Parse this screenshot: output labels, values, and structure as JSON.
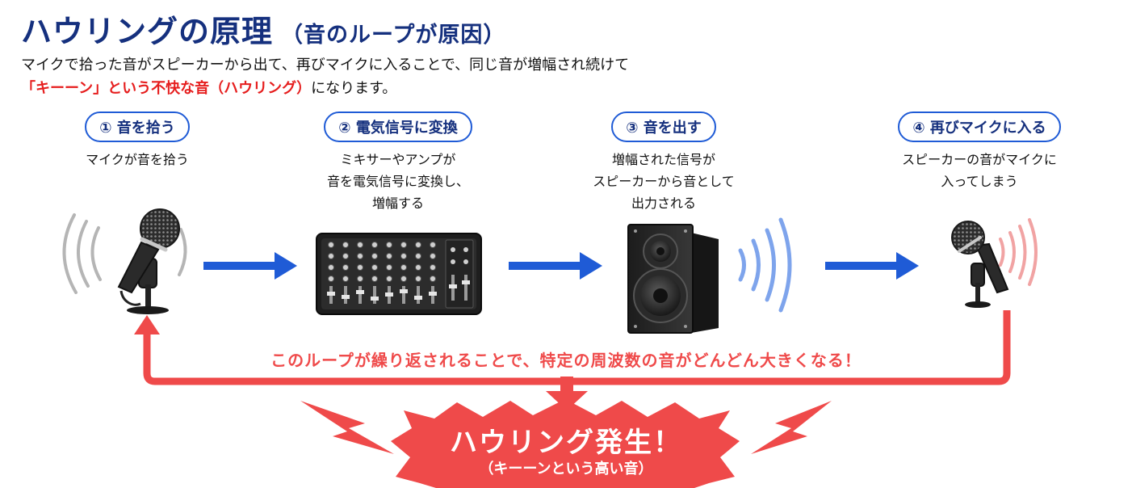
{
  "title": "ハウリングの原理",
  "subtitle": "（音のループが原因）",
  "description": {
    "line1": "マイクで拾った音がスピーカーから出て、再びマイクに入ることで、同じ音が増幅され続けて",
    "highlight": "「キーーン」という不快な音（ハウリング）",
    "line2_rest": "になります。"
  },
  "steps": [
    {
      "label": "① 音を拾う",
      "desc": [
        "マイクが音を拾う"
      ]
    },
    {
      "label": "② 電気信号に変換",
      "desc": [
        "ミキサーやアンプが",
        "音を電気信号に変換し、",
        "増幅する"
      ]
    },
    {
      "label": "③ 音を出す",
      "desc": [
        "増幅された信号が",
        "スピーカーから音として",
        "出力される"
      ]
    },
    {
      "label": "④ 再びマイクに入る",
      "desc": [
        "スピーカーの音がマイクに",
        "入ってしまう"
      ]
    }
  ],
  "loop_text": "このループが繰り返されることで、特定の周波数の音がどんどん大きくなる！",
  "alert": {
    "main": "ハウリング発生！",
    "sub": "（キーーンという高い音）"
  },
  "colors": {
    "navy": "#15307e",
    "blue_arrow": "#1f5bd6",
    "loop_red": "#ef4a4a",
    "highlight_red": "#e61e1e"
  },
  "icons": [
    "microphone-icon",
    "mixer-icon",
    "speaker-icon",
    "microphone-icon"
  ]
}
